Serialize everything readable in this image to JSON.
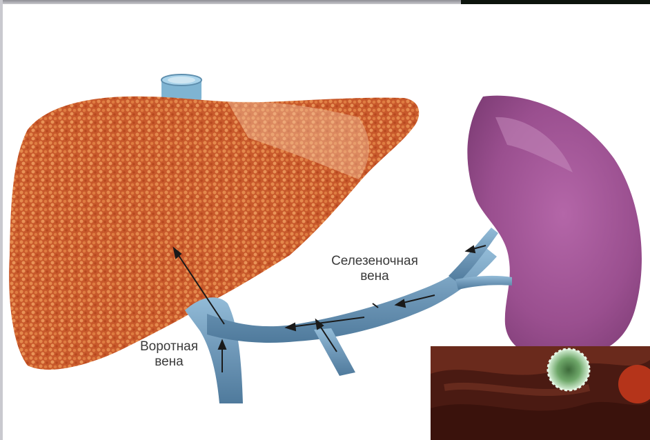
{
  "labels": {
    "splenic_vein_line1": "Селезеночная",
    "splenic_vein_line2": "вена",
    "portal_vein_line1": "Воротная",
    "portal_vein_line2": "вена"
  },
  "colors": {
    "liver": "#c85a2c",
    "liver_light": "#e08a4f",
    "spleen": "#9a4f8f",
    "vein": "#6f98b8",
    "vena_cava": "#7fb4d2",
    "inset_tissue": "#5a2015",
    "blood_cell": "#a8d8b0"
  }
}
